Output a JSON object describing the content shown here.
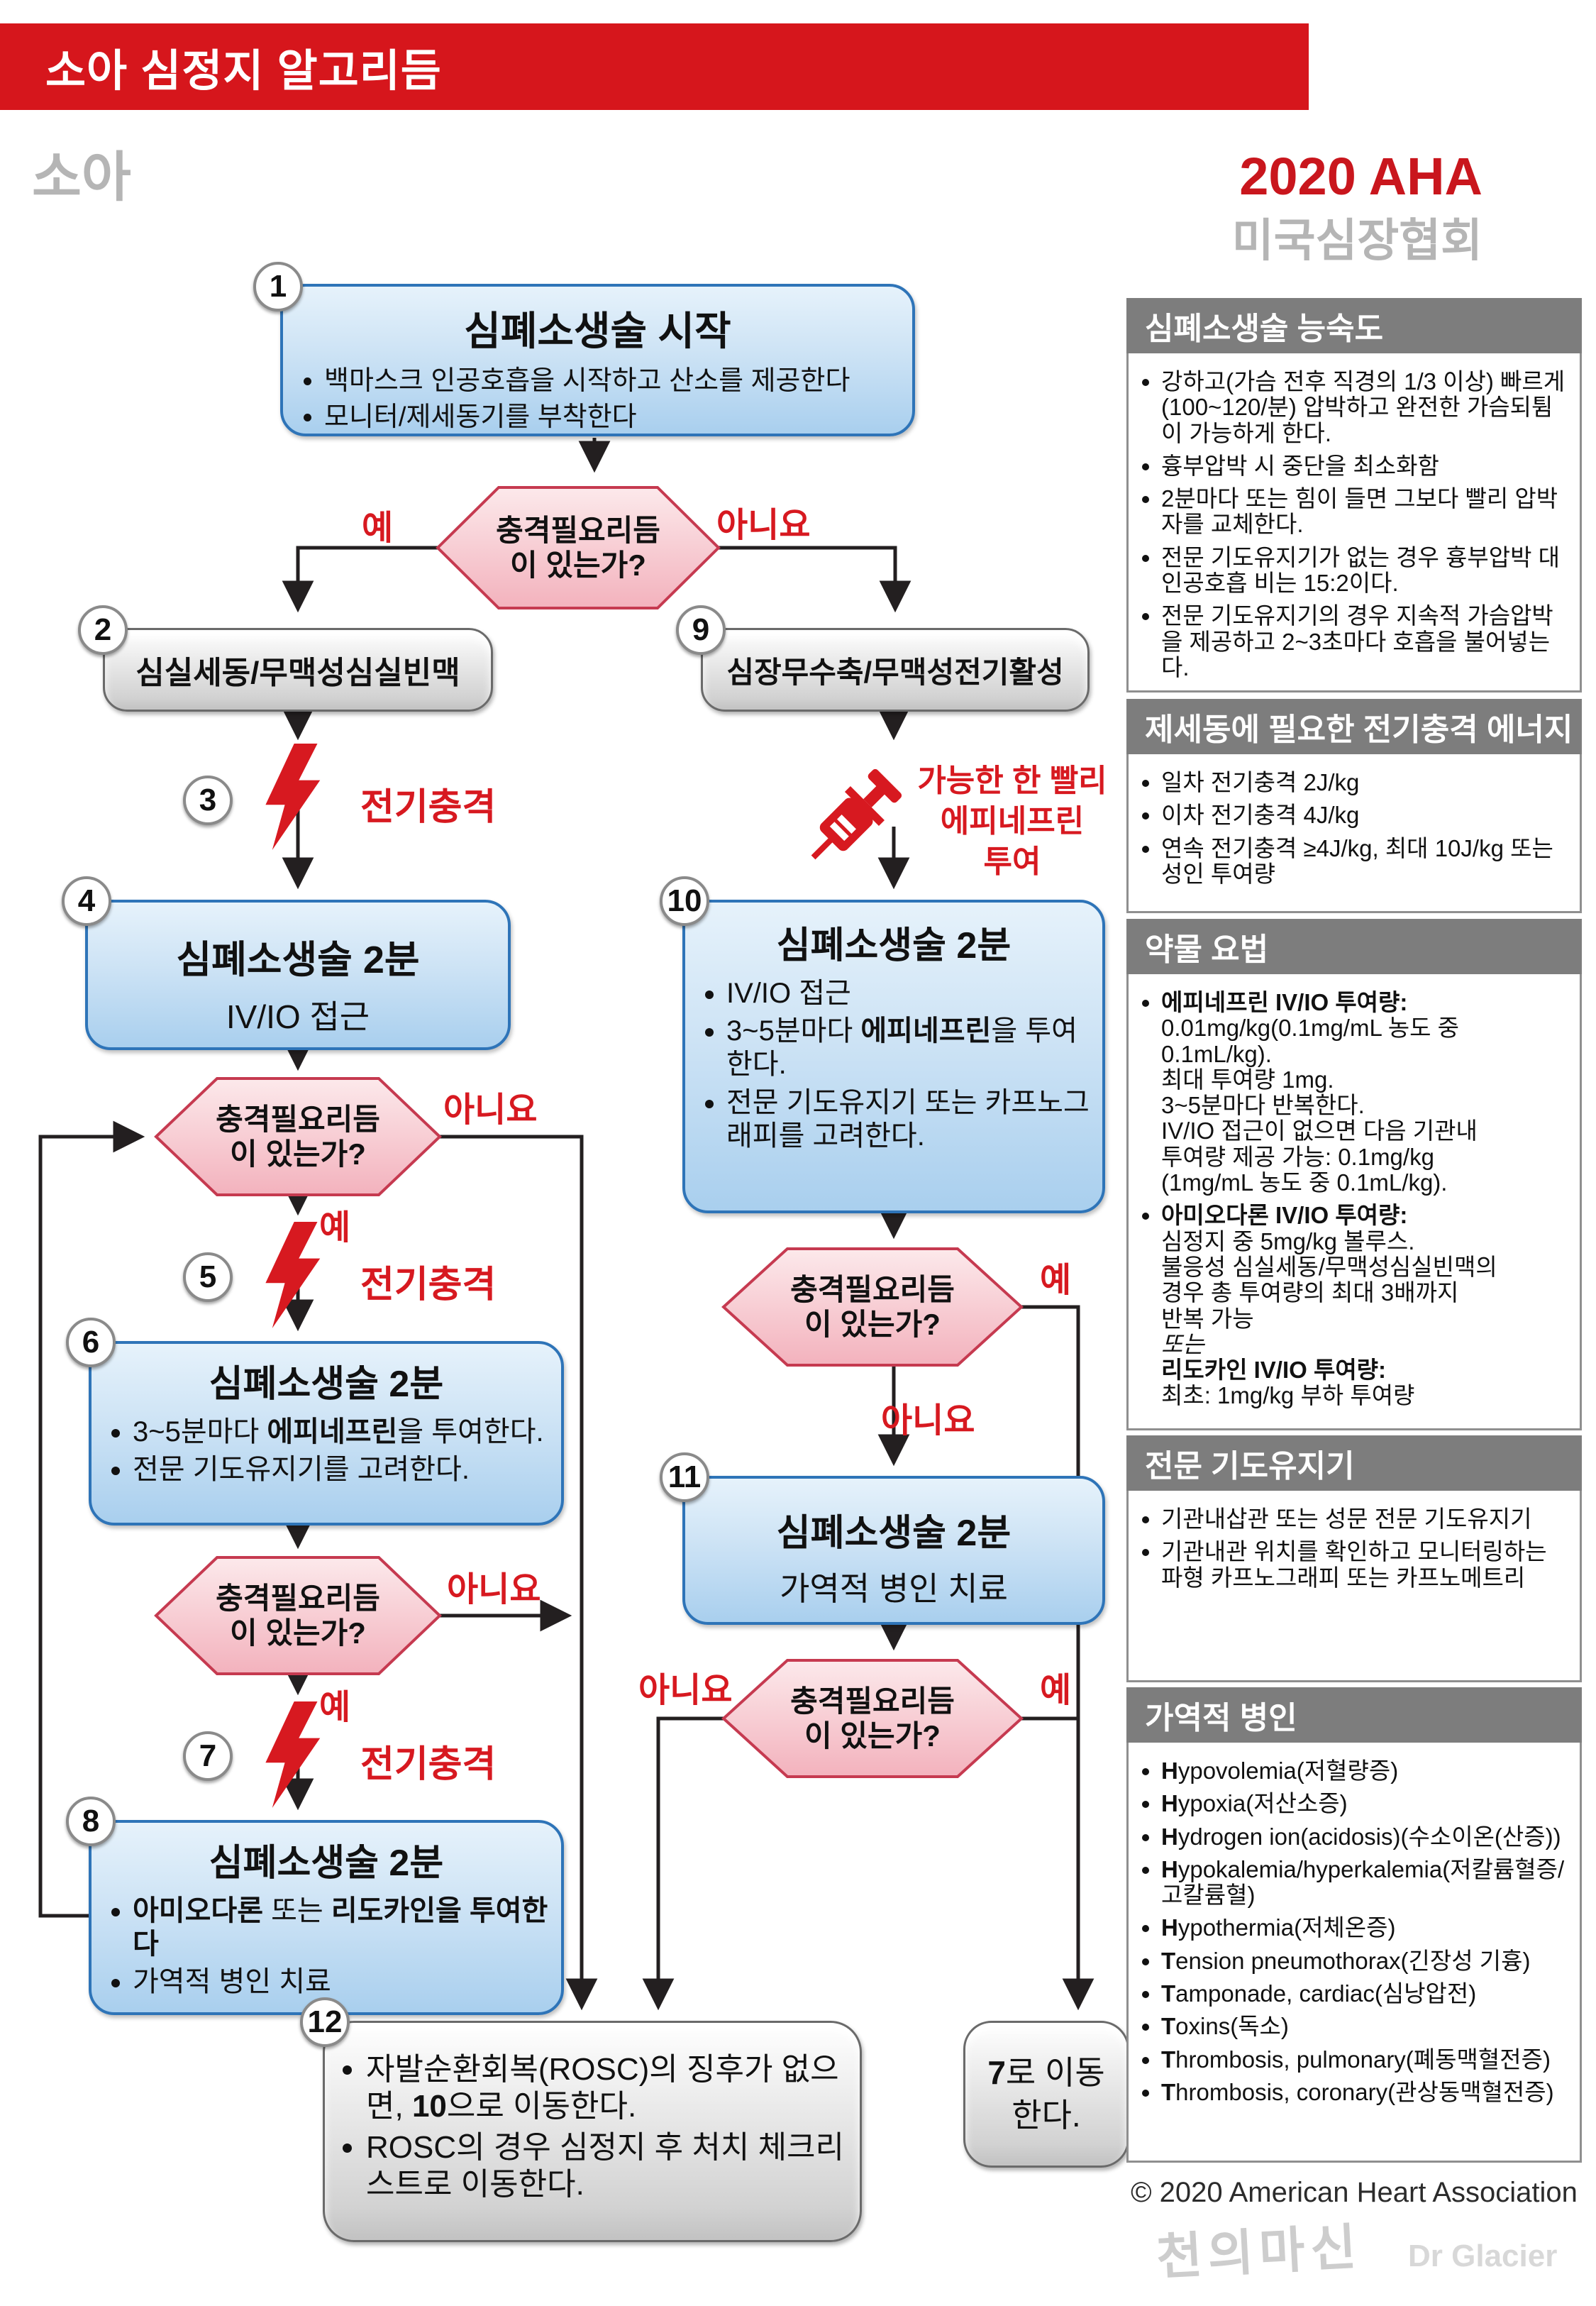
{
  "header": {
    "bar_title": "소아 심정지 알고리듬",
    "page_label": "소아",
    "aha": "2020 AHA",
    "aha_kr": "미국심장협회"
  },
  "labels": {
    "yes": "예",
    "no": "아니요",
    "shock": "전기충격",
    "epi_asap": "가능한 한 빨리\n에피네프린\n투여"
  },
  "colors": {
    "accent_red": "#d6161c",
    "box_blue_border": "#2e74b8",
    "hex_border": "#c63a50",
    "sidebar_header_gray": "#7d7d7d"
  },
  "flow": {
    "decision_question": "충격필요리듬\n이 있는가?",
    "box1": {
      "num": "1",
      "title": "심폐소생술 시작",
      "bullets": [
        "백마스크 인공호흡을 시작하고 산소를 제공한다",
        "모니터/제세동기를 부착한다"
      ]
    },
    "box2": {
      "num": "2",
      "title": "심실세동/무맥성심실빈맥"
    },
    "box9": {
      "num": "9",
      "title": "심장무수축/무맥성전기활성"
    },
    "shock3": {
      "num": "3"
    },
    "shock5": {
      "num": "5"
    },
    "shock7": {
      "num": "7"
    },
    "box4": {
      "num": "4",
      "title": "심폐소생술 2분",
      "subtitle": "IV/IO 접근"
    },
    "box10": {
      "num": "10",
      "title": "심폐소생술 2분",
      "bullets": [
        [
          "IV/IO 접근"
        ],
        [
          {
            "t": "3~5분마다 "
          },
          {
            "t": "에피네프린",
            "b": 1
          },
          {
            "t": "을 투여한다."
          }
        ],
        [
          "전문 기도유지기 또는 카프노그래피를 고려한다."
        ]
      ]
    },
    "box6": {
      "num": "6",
      "title": "심폐소생술 2분",
      "bullets": [
        [
          {
            "t": "3~5분마다 "
          },
          {
            "t": "에피네프린",
            "b": 1
          },
          {
            "t": "을 투여한다."
          }
        ],
        [
          "전문 기도유지기를 고려한다."
        ]
      ]
    },
    "box8": {
      "num": "8",
      "title": "심폐소생술 2분",
      "bullets": [
        [
          {
            "t": "아미오다론",
            "b": 1
          },
          {
            "t": " 또는 "
          },
          {
            "t": "리도카인을 투여한다",
            "b": 1
          }
        ],
        [
          "가역적 병인 치료"
        ]
      ]
    },
    "box11": {
      "num": "11",
      "title": "심폐소생술 2분",
      "subtitle": "가역적 병인 치료"
    },
    "box12": {
      "num": "12",
      "bullets": [
        [
          {
            "t": "자발순환회복(ROSC)의 징후가 없으면, "
          },
          {
            "t": "10",
            "b": 1
          },
          {
            "t": "으로 이동한다."
          }
        ],
        [
          "ROSC의 경우 심정지 후 처치 체크리스트로 이동한다."
        ]
      ]
    },
    "goto7": [
      {
        "t": "7",
        "b": 1
      },
      {
        "t": "로 이동\n한다."
      }
    ]
  },
  "sidebar": {
    "sections": [
      {
        "title": "심폐소생술 능숙도",
        "items": [
          [
            "강하고(가슴 전후 직경의 1/3 이상) 빠르게(100~120/분) 압박하고 완전한 가슴되튐이 가능하게 한다."
          ],
          [
            "흉부압박 시 중단을 최소화함"
          ],
          [
            "2분마다 또는 힘이 들면 그보다 빨리 압박자를 교체한다."
          ],
          [
            "전문 기도유지기가 없는 경우 흉부압박 대 인공호흡 비는 15:2이다."
          ],
          [
            "전문 기도유지기의 경우 지속적 가슴압박을 제공하고 2~3초마다 호흡을 불어넣는다."
          ]
        ]
      },
      {
        "title": "제세동에 필요한 전기충격 에너지",
        "items": [
          [
            "일차 전기충격 2J/kg"
          ],
          [
            "이차 전기충격 4J/kg"
          ],
          [
            "연속 전기충격 ≥4J/kg, 최대 10J/kg 또는 성인 투여량"
          ]
        ]
      },
      {
        "title": "약물 요법",
        "items": [
          [
            {
              "t": "에피네프린 IV/IO 투여량:",
              "b": 1
            },
            {
              "t": "\n0.01mg/kg(0.1mg/mL 농도 중\n0.1mL/kg).\n최대 투여량 1mg.\n3~5분마다 반복한다.\nIV/IO 접근이 없으면 다음 기관내\n투여량 제공 가능: 0.1mg/kg\n(1mg/mL 농도 중 0.1mL/kg)."
            }
          ],
          [
            {
              "t": "아미오다론 IV/IO 투여량:",
              "b": 1
            },
            {
              "t": "\n심정지 중 5mg/kg 볼루스.\n불응성 심실세동/무맥성심실빈맥의\n경우 총 투여량의 최대 3배까지\n반복 가능\n"
            },
            {
              "t": "또는",
              "i": 1
            },
            {
              "t": "\n"
            },
            {
              "t": "리도카인 IV/IO 투여량:",
              "b": 1
            },
            {
              "t": "\n최초: 1mg/kg 부하 투여량"
            }
          ]
        ]
      },
      {
        "title": "전문 기도유지기",
        "items": [
          [
            "기관내삽관 또는 성문 전문 기도유지기"
          ],
          [
            "기관내관 위치를 확인하고 모니터링하는 파형 카프노그래피 또는 카프노메트리"
          ]
        ]
      },
      {
        "title": "가역적 병인",
        "items": [
          [
            {
              "t": "H",
              "b": 1
            },
            {
              "t": "ypovolemia(저혈량증)"
            }
          ],
          [
            {
              "t": "H",
              "b": 1
            },
            {
              "t": "ypoxia(저산소증)"
            }
          ],
          [
            {
              "t": "H",
              "b": 1
            },
            {
              "t": "ydrogen ion(acidosis)(수소이온(산증))"
            }
          ],
          [
            {
              "t": "H",
              "b": 1
            },
            {
              "t": "ypokalemia/hyperkalemia(저칼륨혈증/고칼륨혈)"
            }
          ],
          [
            {
              "t": "H",
              "b": 1
            },
            {
              "t": "ypothermia(저체온증)"
            }
          ],
          [
            {
              "t": "T",
              "b": 1
            },
            {
              "t": "ension pneumothorax(긴장성 기흉)"
            }
          ],
          [
            {
              "t": "T",
              "b": 1
            },
            {
              "t": "amponade, cardiac(심낭압전)"
            }
          ],
          [
            {
              "t": "T",
              "b": 1
            },
            {
              "t": "oxins(독소)"
            }
          ],
          [
            {
              "t": "T",
              "b": 1
            },
            {
              "t": "hrombosis, pulmonary(폐동맥혈전증)"
            }
          ],
          [
            {
              "t": "T",
              "b": 1
            },
            {
              "t": "hrombosis, coronary(관상동맥혈전증)"
            }
          ]
        ]
      }
    ]
  },
  "footer": {
    "copyright": "© 2020 American Heart Association",
    "watermark_kr": "천의마신",
    "watermark_en": "Dr Glacier"
  }
}
